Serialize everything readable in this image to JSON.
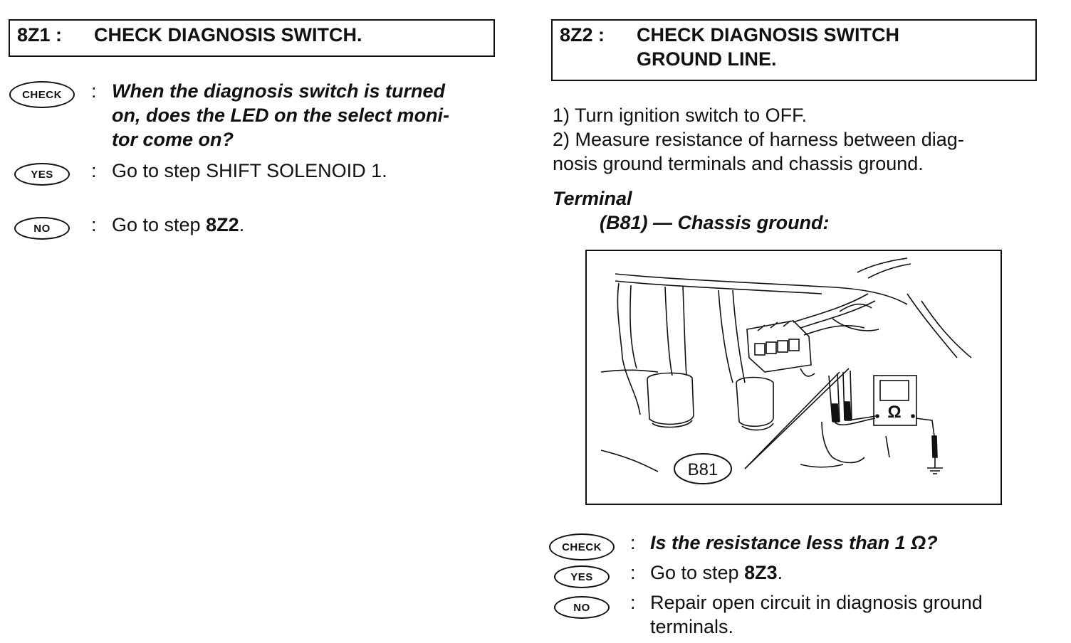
{
  "left": {
    "header": {
      "code": "8Z1 :",
      "title": "CHECK DIAGNOSIS SWITCH."
    },
    "check": {
      "badge": "CHECK",
      "question": "When the diagnosis switch is turned on, does the LED on the select moni-tor come on?",
      "line1": "When the diagnosis switch is turned",
      "line2": "on, does the LED on the select moni-",
      "line3": "tor come on?"
    },
    "yes": {
      "badge": "YES",
      "text": "Go to step SHIFT SOLENOID 1."
    },
    "no": {
      "badge": "NO",
      "prefix": "Go to step ",
      "step": "8Z2",
      "suffix": "."
    }
  },
  "right": {
    "header": {
      "code": "8Z2 :",
      "title_line1": "CHECK DIAGNOSIS SWITCH",
      "title_line2": "GROUND LINE."
    },
    "steps": {
      "s1": "1)  Turn ignition switch to OFF.",
      "s2_line1": "2)  Measure resistance of harness between diag-",
      "s2_line2": "nosis ground terminals and chassis ground."
    },
    "terminal_label": "Terminal",
    "terminal_spec": "(B81) — Chassis ground:",
    "figure": {
      "connector_label": "B81",
      "meter_symbol": "Ω"
    },
    "check": {
      "badge": "CHECK",
      "question": "Is the resistance less than 1 Ω?"
    },
    "yes": {
      "badge": "YES",
      "prefix": "Go to step ",
      "step": "8Z3",
      "suffix": "."
    },
    "no": {
      "badge": "NO",
      "line1": "Repair open circuit in diagnosis ground",
      "line2": "terminals."
    }
  }
}
